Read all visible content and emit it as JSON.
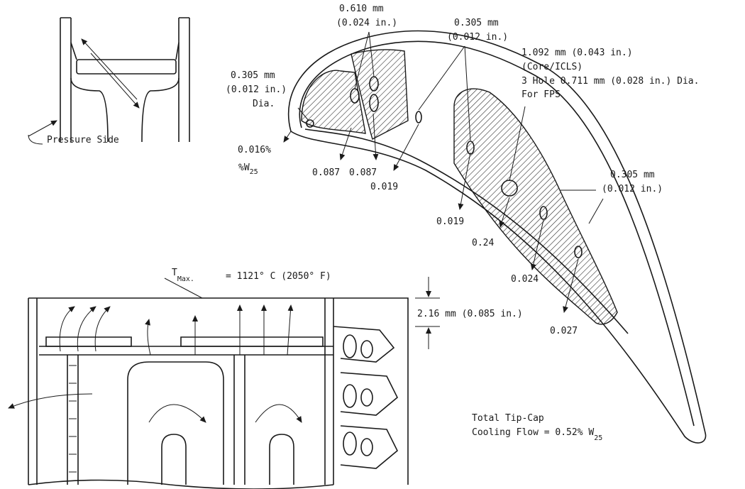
{
  "inset": {
    "pressure_side_label": "Pressure Side"
  },
  "airfoil": {
    "dim_0610": "0.610 mm",
    "dim_0610_in": "(0.024 in.)",
    "dim_0305_top": "0.305 mm",
    "dim_0305_top_in": "(0.012 in.)",
    "core_line1": "1.092 mm (0.043 in.)",
    "core_line2": "(Core/ICLS)",
    "core_line3": "3 Hole 0.711 mm (0.028 in.) Dia.",
    "core_line4": "For FPS",
    "dim_0305_left": "0.305 mm",
    "dim_0305_left_in": "(0.012 in.)",
    "dim_0305_left_dia": "Dia.",
    "flow_0016": "0.016%",
    "flow_w25_main": "%W",
    "flow_w25_sub": "25",
    "flow_a": "0.087",
    "flow_b": "0.087",
    "flow_c": "0.019",
    "flow_d": "0.019",
    "flow_e": "0.24",
    "flow_f": "0.024",
    "flow_g": "0.027",
    "dim_0305_right": "0.305 mm",
    "dim_0305_right_in": "(0.012 in.)"
  },
  "section": {
    "tmax_main": "T",
    "tmax_sub": "Max.",
    "tmax_value": "= 1121° C (2050° F)",
    "tip_dim": "2.16 mm (0.085 in.)"
  },
  "total": {
    "line1": "Total Tip-Cap",
    "line2_main": "Cooling Flow = 0.52% W",
    "line2_sub": "25"
  }
}
